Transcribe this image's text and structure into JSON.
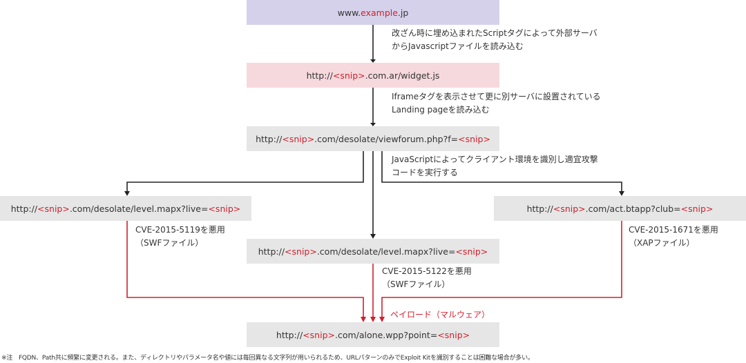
{
  "nodes": {
    "site": {
      "prefix": "www.",
      "highlight": "example",
      "suffix": ".jp"
    },
    "widget": {
      "prefix": "http://",
      "highlight": "<snip>",
      "suffix": ".com.ar/widget.js"
    },
    "landing": {
      "prefix": "http://",
      "highlight": "<snip>",
      "suffix": ".com/desolate/viewforum.php?f=",
      "highlight2": "<snip>"
    },
    "left": {
      "prefix": "http://",
      "highlight": "<snip>",
      "suffix": ".com/desolate/level.mapx?live=",
      "highlight2": "<snip>"
    },
    "center": {
      "prefix": "http://",
      "highlight": "<snip>",
      "suffix": ".com/desolate/level.mapx?live=",
      "highlight2": "<snip>"
    },
    "right": {
      "prefix": "http://",
      "highlight": "<snip>",
      "suffix": ".com/act.btapp?club=",
      "highlight2": "<snip>"
    },
    "payload": {
      "prefix": "http://",
      "highlight": "<snip>",
      "suffix": ".com/alone.wpp?point=",
      "highlight2": "<snip>"
    }
  },
  "labels": {
    "step1": [
      "改ざん時に埋め込まれたScriptタグによって外部サーバ",
      "からJavascriptファイルを読み込む"
    ],
    "step2": [
      "Iframeタグを表示させて更に別サーバに設置されている",
      "Landing pageを読み込む"
    ],
    "step3": [
      "JavaScriptによってクライアント環境を識別し適宜攻撃",
      "コードを実行する"
    ],
    "cve_left": [
      "CVE-2015-5119を悪用",
      "（SWFファイル）"
    ],
    "cve_center": [
      "CVE-2015-5122を悪用",
      "（SWFファイル）"
    ],
    "cve_right": [
      "CVE-2015-1671を悪用",
      "（XAPファイル）"
    ],
    "payload": "ペイロード（マルウェア）"
  },
  "footnote": "※注　FQDN、Path共に頻繁に変更される。また、ディレクトリやパラメータ名や値には毎回異なる文字列が用いられるため、URLパターンのみでExploit Kitを識別することは困難な場合が多い。",
  "colors": {
    "accent": "#d0202c",
    "site_box": "#d6d1ea",
    "widget_box": "#f6d9dd",
    "url_box": "#e6e6e6"
  }
}
